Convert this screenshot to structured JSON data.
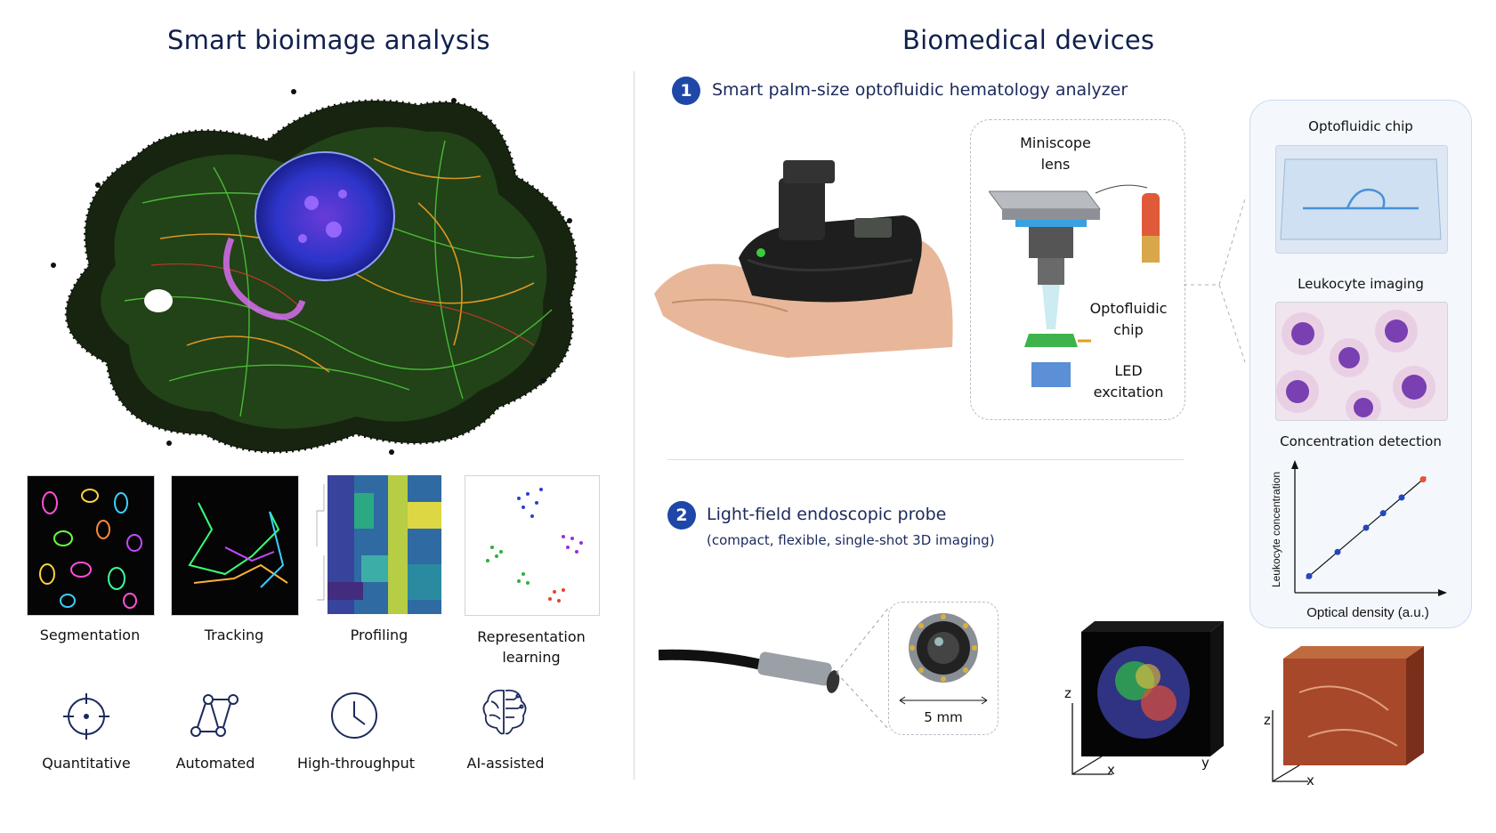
{
  "left": {
    "title": "Smart bioimage analysis",
    "tasks": [
      {
        "label": "Segmentation"
      },
      {
        "label": "Tracking"
      },
      {
        "label": "Profiling"
      },
      {
        "label": "Representation learning"
      }
    ],
    "features": [
      {
        "label": "Quantitative",
        "icon": "crosshair-icon"
      },
      {
        "label": "Automated",
        "icon": "network-icon"
      },
      {
        "label": "High-throughput",
        "icon": "clock-icon"
      },
      {
        "label": "AI-assisted",
        "icon": "brain-icon"
      }
    ]
  },
  "right": {
    "title": "Biomedical devices",
    "section1": {
      "number": "1",
      "title": "Smart palm-size optofluidic hematology analyzer",
      "schematic_labels": {
        "miniscope": "Miniscope lens",
        "chip": "Optofluidic chip",
        "led": "LED excitation"
      },
      "panel_labels": {
        "chip": "Optofluidic chip",
        "leukocyte": "Leukocyte imaging",
        "concentration": "Concentration detection",
        "ylabel": "Leukocyte concentration",
        "xlabel": "Optical density (a.u.)"
      }
    },
    "section2": {
      "number": "2",
      "title": "Light-field endoscopic probe",
      "subtitle": "(compact, flexible, single-shot 3D imaging)",
      "scale": "5 mm",
      "axes": {
        "z": "z",
        "x": "x",
        "y": "y"
      }
    }
  },
  "colors": {
    "navy": "#10204d",
    "accent": "#1f47a8",
    "panel_bg": "#f4f8fd"
  },
  "chart_data": {
    "type": "scatter",
    "title": "Concentration detection",
    "xlabel": "Optical density (a.u.)",
    "ylabel": "Leukocyte concentration",
    "x": [
      0.1,
      0.3,
      0.5,
      0.62,
      0.75,
      0.9
    ],
    "y": [
      0.1,
      0.3,
      0.5,
      0.62,
      0.75,
      0.9
    ],
    "fit_line": true
  }
}
